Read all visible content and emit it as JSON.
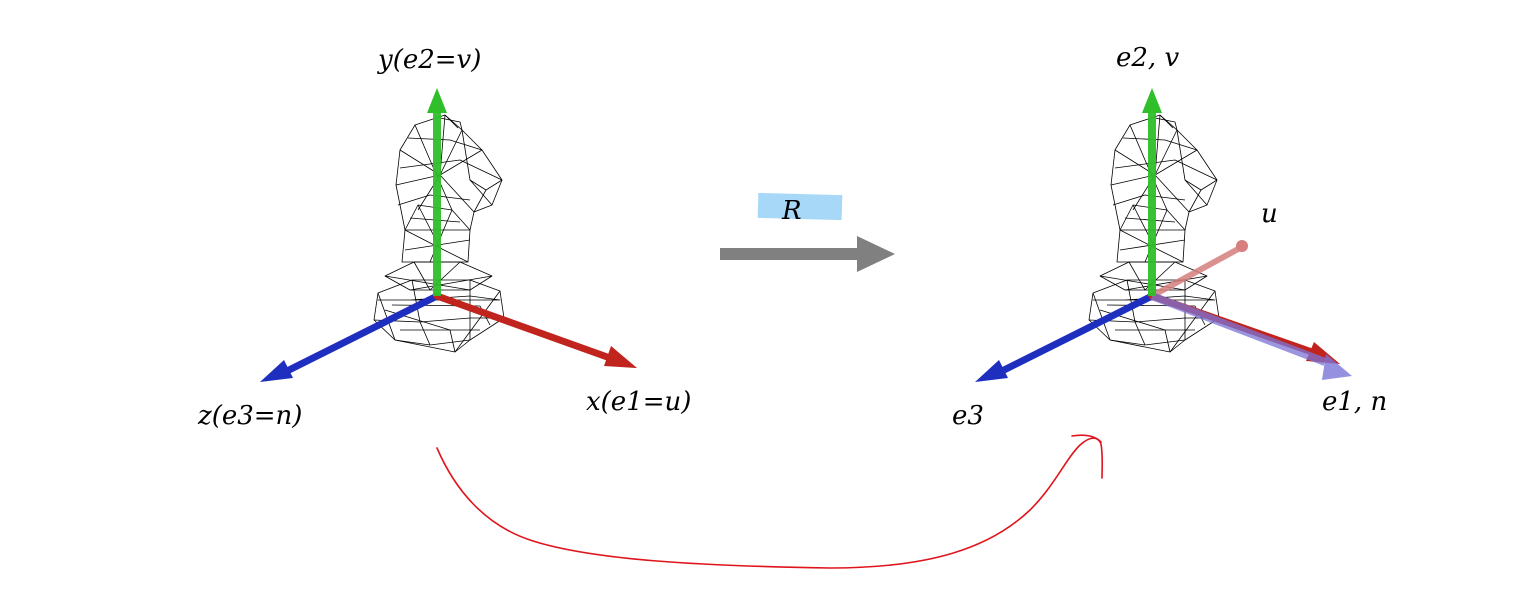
{
  "left_frame": {
    "y_label": "y(e2=v)",
    "x_label": "x(e1=u)",
    "z_label": "z(e3=n)"
  },
  "right_frame": {
    "y_label": "e2, v",
    "x_label": "e1, n",
    "z_label": "e3",
    "u_label": "u"
  },
  "transform": {
    "label": "R"
  },
  "colors": {
    "x_axis": "#c0241c",
    "y_axis": "#2fbf2a",
    "z_axis": "#1e2fbf",
    "u_axis": "#d77e7e",
    "n_axis": "#7b74d8",
    "transform_arrow": "#808080",
    "highlight": "#a8d8f8",
    "curve": "#e0141c",
    "mesh": "#000000"
  }
}
